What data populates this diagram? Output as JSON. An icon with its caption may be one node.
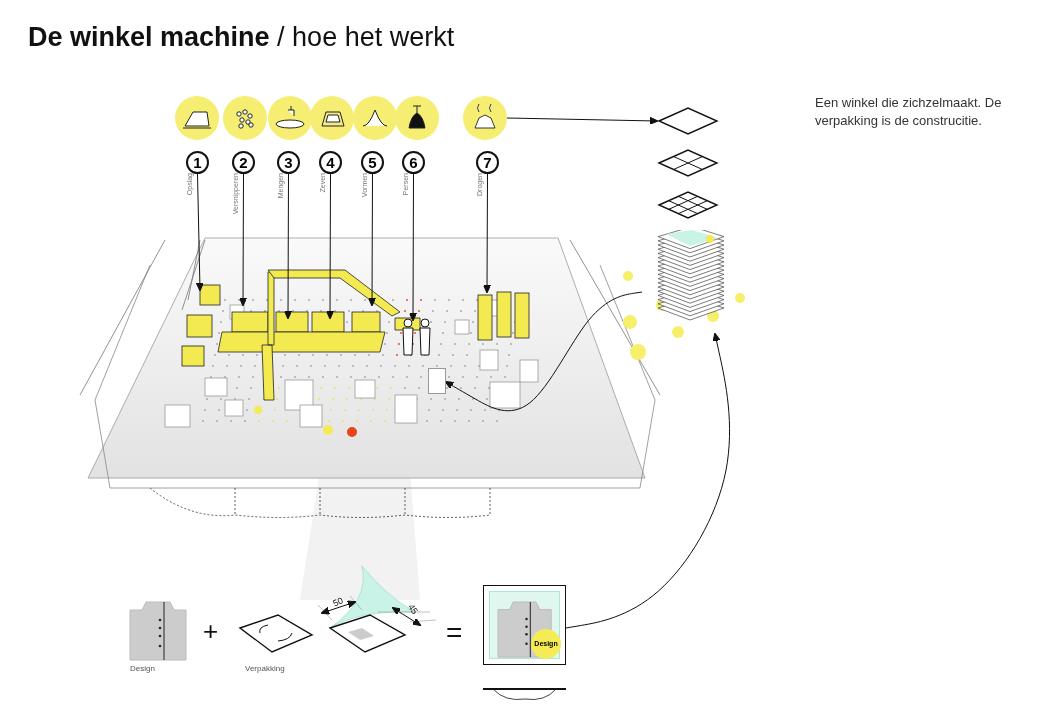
{
  "diagram": {
    "title": "**De winkel machine** / hoe het werkt",
    "nodes": [
      {
        "text": [],
        "shape": "picture"
      },
      {
        "text": [],
        "shape": "picture"
      },
      {
        "text": [],
        "shape": "picture"
      },
      {
        "text": [],
        "shape": "picture"
      },
      {
        "text": [],
        "shape": "picture"
      },
      {
        "text": [],
        "shape": "picture"
      },
      {
        "text": [],
        "shape": "picture"
      },
      {
        "text": [
          "1"
        ],
        "beside": [
          "Opslag"
        ]
      },
      {
        "text": [
          "2"
        ],
        "beside": [
          "Versnipperen"
        ]
      },
      {
        "text": [
          "3"
        ],
        "beside": [
          "Mengen"
        ]
      },
      {
        "text": [
          "4"
        ],
        "beside": [
          "Zeven"
        ]
      },
      {
        "text": [
          "5"
        ],
        "beside": [
          "Vormen"
        ]
      },
      {
        "text": [
          "6"
        ],
        "beside": [
          "Persen"
        ]
      },
      {
        "text": [
          "7"
        ],
        "beside": [
          "Drogen"
        ]
      },
      {
        "text": [],
        "shape": "picture"
      },
      {
        "text": [],
        "shape": "picture"
      },
      {
        "text": [],
        "shape": "picture"
      },
      {
        "text": [],
        "shape": "picture"
      },
      {
        "text": [],
        "shape": "box"
      },
      {
        "text": [
          "Design"
        ]
      }
    ],
    "edges": [
      {
        "from": 7,
        "to": null,
        "arrow": "to"
      },
      {
        "from": 8,
        "to": null,
        "arrow": "to"
      },
      {
        "from": 9,
        "to": null,
        "arrow": "to"
      },
      {
        "from": 10,
        "to": null,
        "arrow": "to"
      },
      {
        "from": 11,
        "to": null,
        "arrow": "to"
      },
      {
        "from": 12,
        "to": null,
        "arrow": "to"
      },
      {
        "from": 13,
        "to": null,
        "arrow": "to"
      },
      {
        "from": 6,
        "to": 14,
        "arrow": "to"
      },
      {
        "from": 17,
        "to": 18,
        "arrow": "to"
      },
      {
        "from": 19,
        "to": 17,
        "arrow": "to"
      }
    ],
    "labels": [
      "Een winkel die zichzelmaakt. De verpakking is de construcitie.",
      "Design",
      "+",
      "Verpakking",
      "50",
      "45",
      "="
    ]
  }
}
